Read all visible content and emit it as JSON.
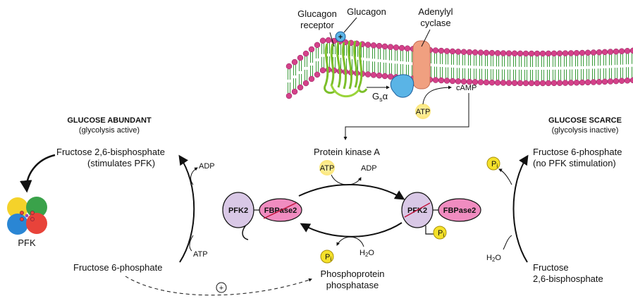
{
  "membrane": {
    "glucagon_receptor": [
      "Glucagon",
      "receptor"
    ],
    "glucagon": "Glucagon",
    "adenylyl_cyclase": [
      "Adenylyl",
      "cyclase"
    ],
    "gs_alpha": "G",
    "gs_alpha_sub": "s",
    "gs_alpha_greek": "α",
    "camp": "cAMP",
    "atp": "ATP",
    "plus_sign": "+"
  },
  "left_panel": {
    "title": "GLUCOSE ABUNDANT",
    "subtitle": "(glycolysis active)",
    "product_line1": "Fructose 2,6-bisphosphate",
    "product_line2": "(stimulates PFK)",
    "substrate": "Fructose 6-phosphate",
    "adp": "ADP",
    "atp": "ATP",
    "pfk": "PFK"
  },
  "center": {
    "pka": "Protein kinase A",
    "atp": "ATP",
    "adp": "ADP",
    "pfk2": "PFK2",
    "fbpase2": "FBPase2",
    "pi": "P",
    "pi_sub": "i",
    "h2o": "H",
    "h2o_sub": "2",
    "h2o_end": "O",
    "phosphatase_line1": "Phosphoprotein",
    "phosphatase_line2": "phosphatase",
    "plus_sign": "+"
  },
  "right_panel": {
    "title": "GLUCOSE SCARCE",
    "subtitle": "(glycolysis inactive)",
    "product_line1": "Fructose 6-phosphate",
    "product_line2": "(no PFK stimulation)",
    "substrate_line1": "Fructose",
    "substrate_line2": "2,6-bisphosphate",
    "pi": "P",
    "pi_sub": "i",
    "h2o": "H",
    "h2o_sub": "2",
    "h2o_end": "O"
  },
  "colors": {
    "membrane_heads": "#d4418a",
    "membrane_tails": "#3a9a3a",
    "receptor": "#9ad43a",
    "adenylyl_cyclase": "#f0a080",
    "gs_alpha": "#5ab4e6",
    "pfk2": "#d9c8e6",
    "fbpase2": "#f08cc0",
    "pi_circle": "#f5e12a",
    "atp_glow": "#fbeb8c",
    "pfk_red": "#e8433a",
    "pfk_green": "#3aa24a",
    "pfk_blue": "#2a86d4",
    "pfk_yellow": "#f4d22a",
    "strike": "#c0143c"
  }
}
